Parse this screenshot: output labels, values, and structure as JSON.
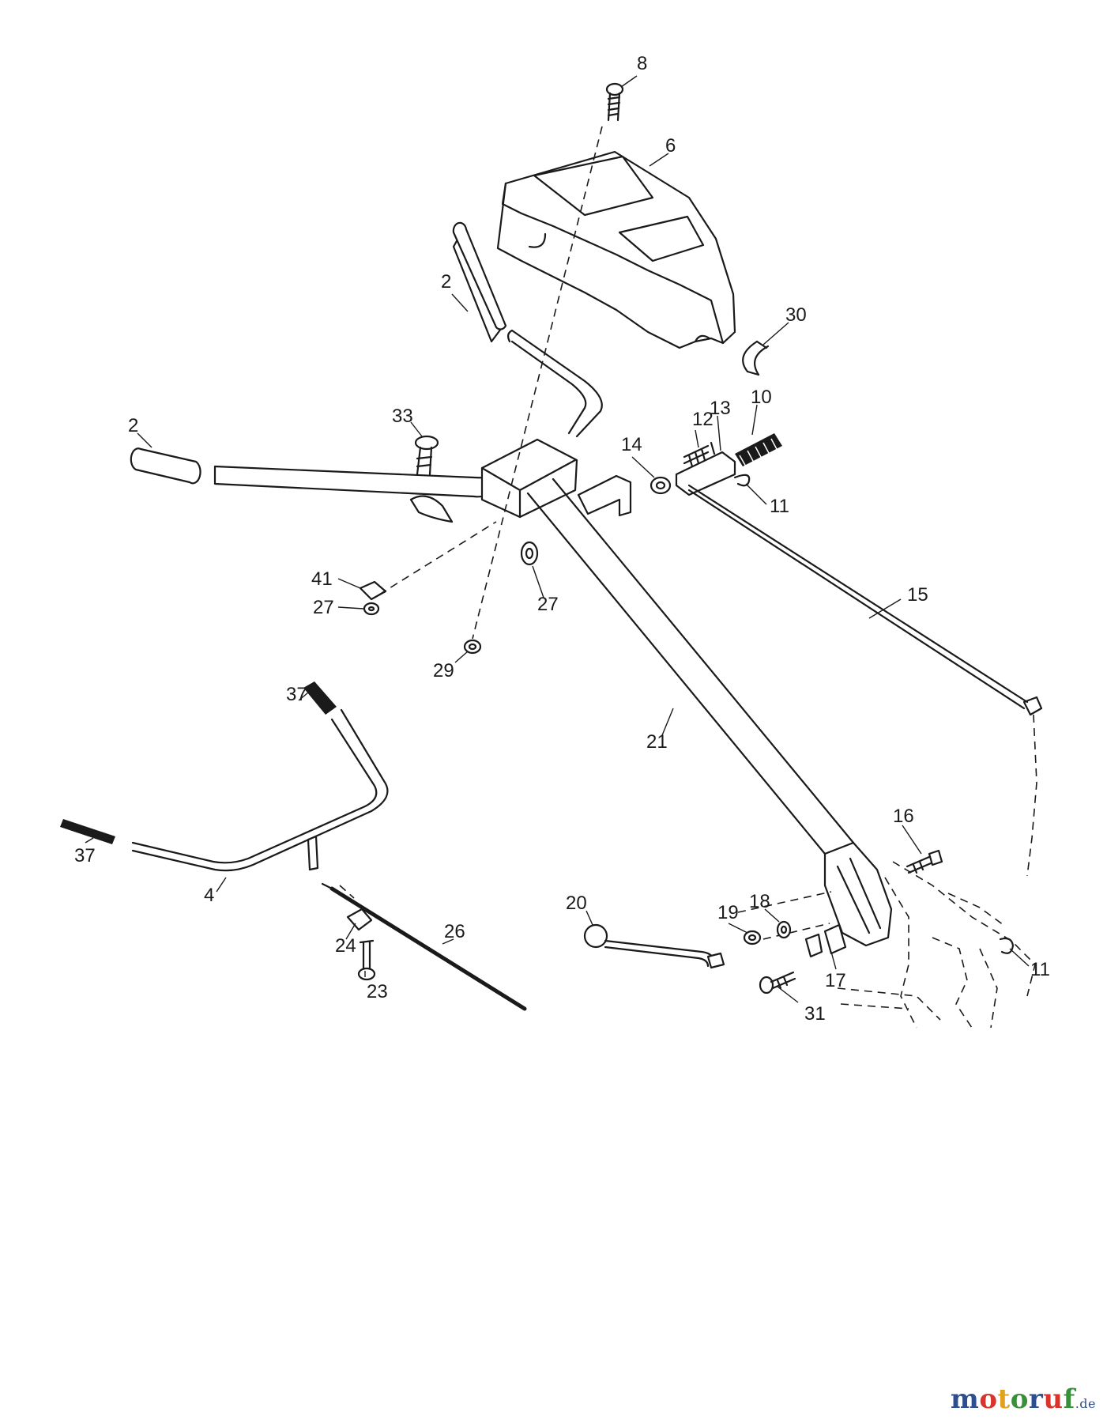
{
  "diagram": {
    "callouts": [
      {
        "id": "c8",
        "label": "8"
      },
      {
        "id": "c6",
        "label": "6"
      },
      {
        "id": "c2a",
        "label": "2"
      },
      {
        "id": "c30",
        "label": "30"
      },
      {
        "id": "c2b",
        "label": "2"
      },
      {
        "id": "c33",
        "label": "33"
      },
      {
        "id": "c10",
        "label": "10"
      },
      {
        "id": "c12",
        "label": "12"
      },
      {
        "id": "c13",
        "label": "13"
      },
      {
        "id": "c14",
        "label": "14"
      },
      {
        "id": "c11a",
        "label": "11"
      },
      {
        "id": "c41",
        "label": "41"
      },
      {
        "id": "c27a",
        "label": "27"
      },
      {
        "id": "c27b",
        "label": "27"
      },
      {
        "id": "c15",
        "label": "15"
      },
      {
        "id": "c29",
        "label": "29"
      },
      {
        "id": "c37a",
        "label": "37"
      },
      {
        "id": "c21",
        "label": "21"
      },
      {
        "id": "c37b",
        "label": "37"
      },
      {
        "id": "c16",
        "label": "16"
      },
      {
        "id": "c4",
        "label": "4"
      },
      {
        "id": "c20",
        "label": "20"
      },
      {
        "id": "c18",
        "label": "18"
      },
      {
        "id": "c19",
        "label": "19"
      },
      {
        "id": "c26",
        "label": "26"
      },
      {
        "id": "c24",
        "label": "24"
      },
      {
        "id": "c17",
        "label": "17"
      },
      {
        "id": "c11b",
        "label": "11"
      },
      {
        "id": "c23",
        "label": "23"
      },
      {
        "id": "c31",
        "label": "31"
      }
    ]
  },
  "watermark": {
    "letters": [
      {
        "ch": "m",
        "color": "#2e4f8f"
      },
      {
        "ch": "o",
        "color": "#d9342b"
      },
      {
        "ch": "t",
        "color": "#e0a020"
      },
      {
        "ch": "o",
        "color": "#3a8f3a"
      },
      {
        "ch": "r",
        "color": "#2e4f8f"
      },
      {
        "ch": "u",
        "color": "#d9342b"
      },
      {
        "ch": "f",
        "color": "#3a8f3a"
      }
    ],
    "suffix": ".de",
    "suffix_color": "#2e4f8f"
  }
}
